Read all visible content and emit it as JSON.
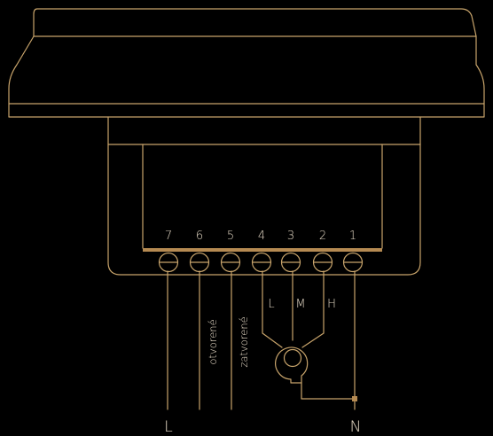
{
  "colors": {
    "background": "#000000",
    "line": "#c8a46b",
    "terminal_bar": "#b58a52",
    "text": "#e8dcc8"
  },
  "terminals": [
    "7",
    "6",
    "5",
    "4",
    "3",
    "2",
    "1"
  ],
  "speed_labels": {
    "low": "L",
    "medium": "M",
    "high": "H"
  },
  "valve_labels": {
    "open": "otvorené",
    "closed": "zatvorené"
  },
  "supply_labels": {
    "line": "L",
    "neutral": "N"
  },
  "icons": {
    "fan_motor": "fan-motor-icon"
  }
}
